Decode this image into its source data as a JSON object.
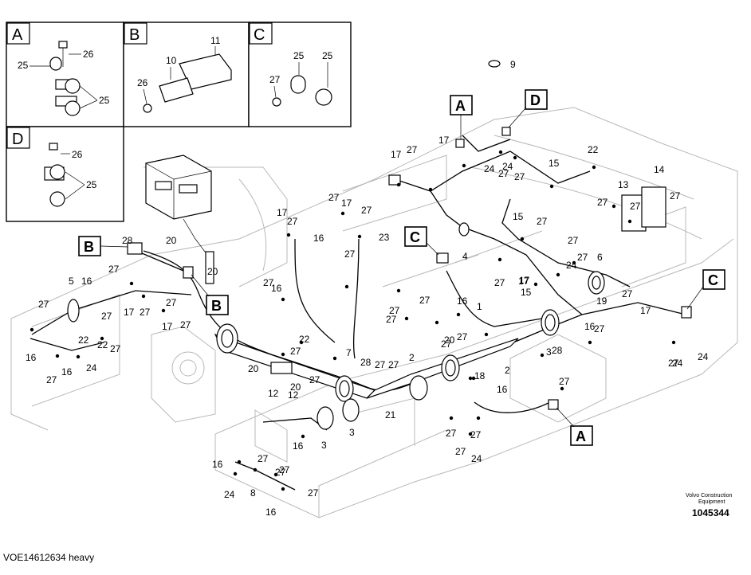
{
  "insets": [
    {
      "letter": "A",
      "labels": [
        "26",
        "25",
        "25"
      ]
    },
    {
      "letter": "B",
      "labels": [
        "11",
        "10",
        "26"
      ]
    },
    {
      "letter": "C",
      "labels": [
        "25",
        "25",
        "27"
      ]
    },
    {
      "letter": "D",
      "labels": [
        "26",
        "25"
      ]
    }
  ],
  "callouts": [
    "A",
    "D",
    "B",
    "C",
    "C",
    "A"
  ],
  "part_labels": [
    "9",
    "17",
    "27",
    "17",
    "24",
    "27",
    "24",
    "27",
    "22",
    "15",
    "14",
    "13",
    "27",
    "27",
    "27",
    "27",
    "17",
    "27",
    "17",
    "27",
    "16",
    "23",
    "27",
    "4",
    "15",
    "27",
    "27",
    "17",
    "27",
    "6",
    "20",
    "28",
    "20",
    "27",
    "24",
    "27",
    "16",
    "27",
    "15",
    "17",
    "19",
    "27",
    "17",
    "27",
    "16",
    "27",
    "24",
    "5",
    "16",
    "27",
    "17",
    "27",
    "27",
    "17",
    "27",
    "27",
    "16",
    "22",
    "22",
    "27",
    "16",
    "24",
    "27",
    "16",
    "27",
    "27",
    "1",
    "27",
    "27",
    "27",
    "22",
    "27",
    "20",
    "7",
    "20",
    "12",
    "27",
    "12",
    "28",
    "27",
    "2",
    "21",
    "27",
    "2",
    "20",
    "3",
    "28",
    "27",
    "18",
    "16",
    "27",
    "27",
    "24",
    "16",
    "3",
    "3",
    "16",
    "27",
    "27",
    "8",
    "27",
    "24",
    "16",
    "27",
    "27",
    "24"
  ],
  "vendor_line1": "Volvo Construction",
  "vendor_line2": "Equipment",
  "drawing_number": "1045344",
  "footer_text": "VOE14612634 heavy"
}
